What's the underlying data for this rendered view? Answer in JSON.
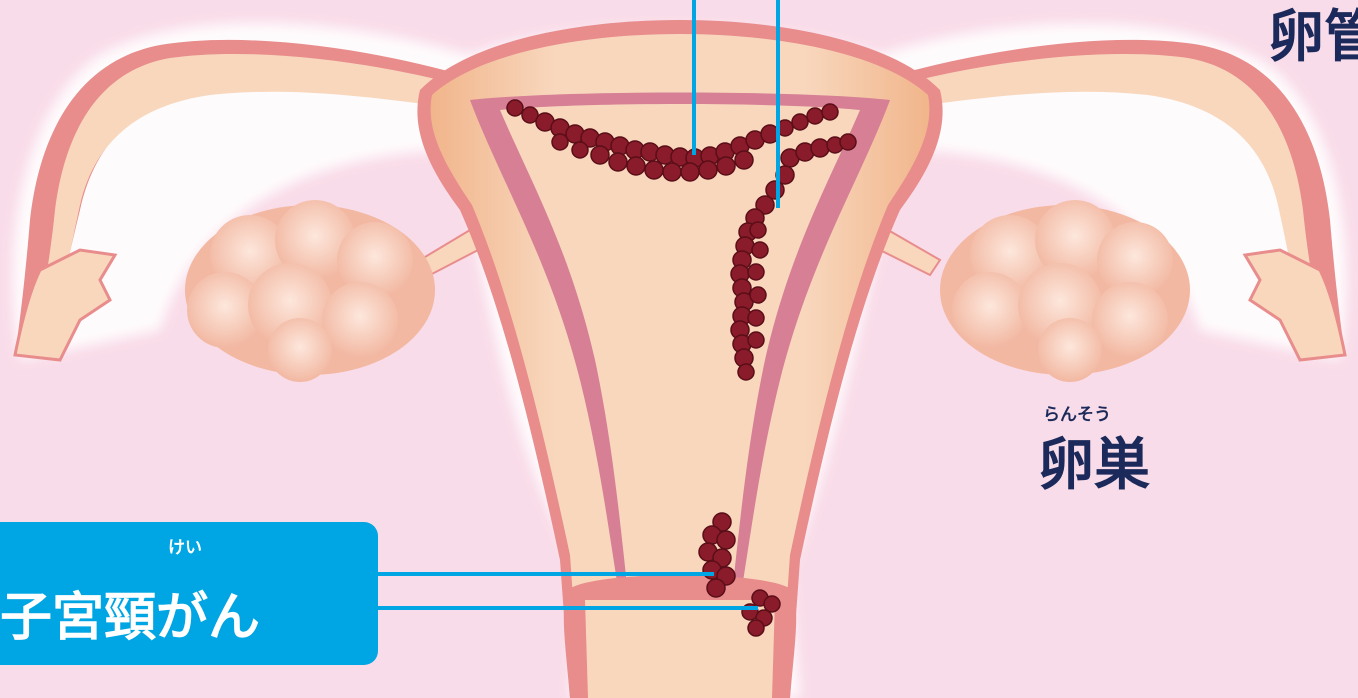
{
  "labels": {
    "ovary": {
      "text": "卵巣",
      "ruby": "らんそう"
    },
    "fallopian_tube": {
      "text": "卵管"
    },
    "cervical_cancer": {
      "text": "子宮頸がん",
      "ruby": "けい"
    }
  },
  "colors": {
    "background": "#f9dce9",
    "uterus_wall": "#e88c8c",
    "uterus_inner": "#f8d7bd",
    "endometrium": "#d67f95",
    "tumor": "#8a1b2a",
    "pointer_line": "#00a5e3",
    "label_text": "#1b2a5a"
  }
}
